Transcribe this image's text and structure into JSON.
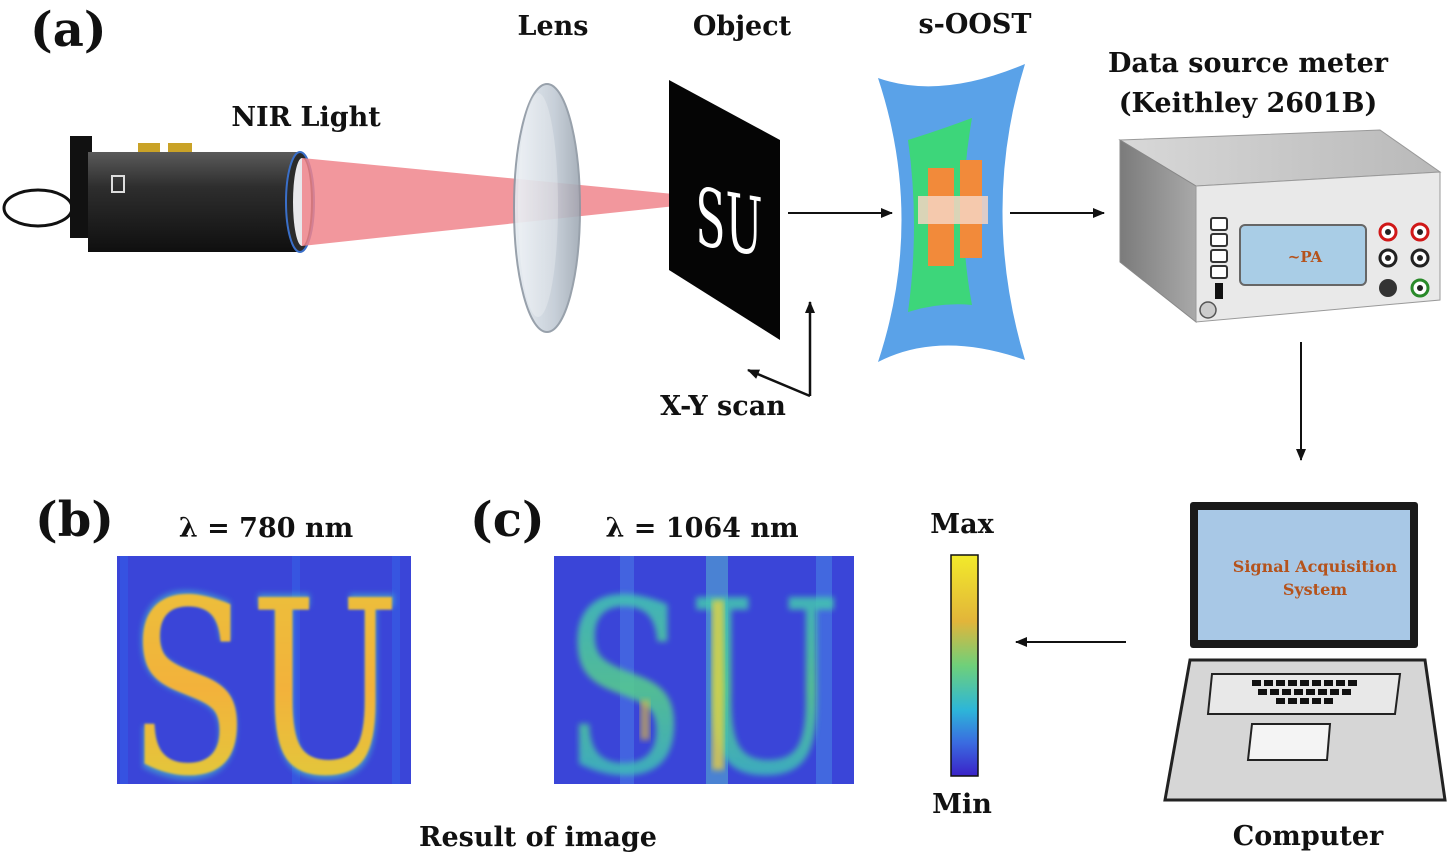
{
  "panels": {
    "a": "(a)",
    "b": "(b)",
    "c": "(c)"
  },
  "labels": {
    "nir_light": "NIR Light",
    "lens": "Lens",
    "object": "Object",
    "object_text": "SU",
    "s_oost": "s-OOST",
    "meter_line1": "Data source meter",
    "meter_line2": "(Keithley 2601B)",
    "meter_display": "~PA",
    "xy_scan": "X-Y scan",
    "screen_line1": "Signal Acquisition",
    "screen_line2": "System",
    "computer": "Computer",
    "result": "Result of image"
  },
  "images": {
    "b_title": "λ = 780 nm",
    "c_title": "λ = 1064 nm",
    "image_letters": "SU"
  },
  "colorbar": {
    "max": "Max",
    "min": "Min"
  },
  "colors": {
    "beam": "#f0858c",
    "map_background": "#3a45d8",
    "colorbar_top": "#f2ea2a",
    "colorbar_bottom": "#3a22c8",
    "substrate": "#5aa2e8",
    "channel": "#3dd67a",
    "electrode": "#f28a3a",
    "laptop_screen": "#a8c8e6",
    "screen_text": "#b5531c"
  }
}
